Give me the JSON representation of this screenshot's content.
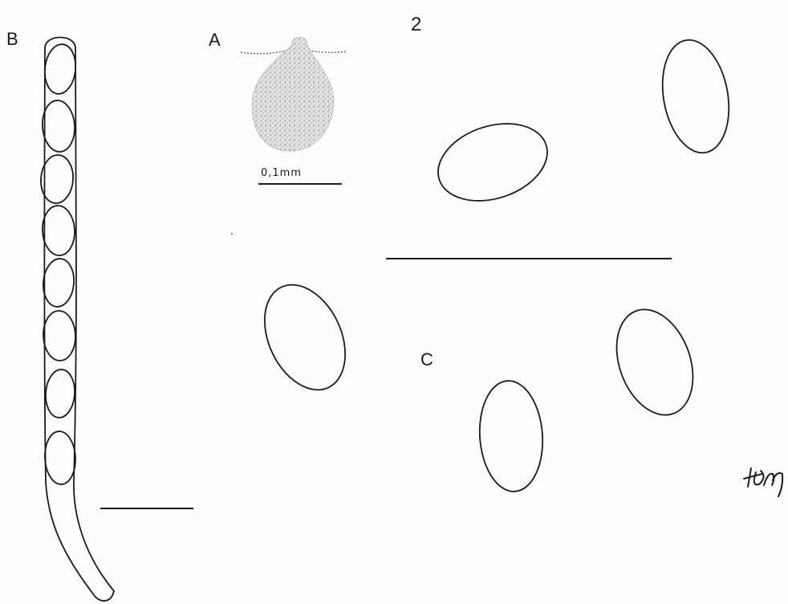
{
  "figure": {
    "number": "2",
    "panels": {
      "a": {
        "label": "A",
        "scale_text": "0,1mm"
      },
      "b": {
        "label": "B",
        "ascospores_in_ascus": 8
      },
      "c": {
        "label": "C",
        "loose_spores": 5
      }
    },
    "signature": "HM",
    "colors": {
      "ink": "#1b1b1b",
      "stipple": "#9a9a9a",
      "paper": "#fdfdfd"
    }
  }
}
